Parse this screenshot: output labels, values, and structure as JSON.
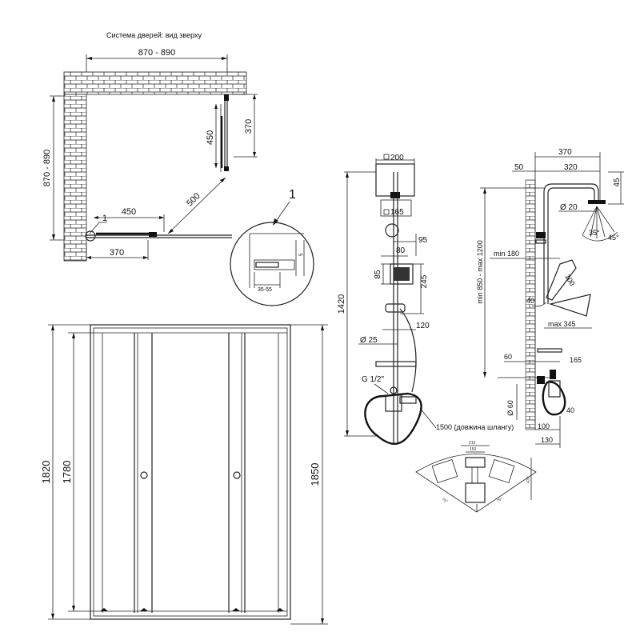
{
  "top_view": {
    "title": "Система дверей: вид зверху",
    "width_range": "870 - 890",
    "depth_range": "870 - 890",
    "side_450": "450",
    "side_370": "370",
    "bottom_450": "450",
    "bottom_370": "370",
    "diagonal": "500",
    "detail_marker": "1"
  },
  "detail": {
    "marker": "1",
    "gap": "35-55",
    "small": "5"
  },
  "front_view": {
    "left_height": "1820",
    "inner_height": "1780",
    "right_height": "1850"
  },
  "shower_front": {
    "head_size": "200",
    "head_size2": "165",
    "d95": "95",
    "d80": "80",
    "d85": "85",
    "d245": "245",
    "d120": "120",
    "height": "1420",
    "pipe": "Ø 25",
    "thread": "G 1/2\"",
    "hose": "1500 (довжина шлангу)"
  },
  "shower_side": {
    "w370": "370",
    "w50": "50",
    "w320": "320",
    "h45": "45",
    "d20": "Ø 20",
    "a35": "35°",
    "a45": "45°",
    "min180": "min 180",
    "range": "min 850 - max 1200",
    "d100": "100",
    "a40": "40",
    "max345": "max 345",
    "d60": "60",
    "d165": "165",
    "diam60": "Ø 60",
    "d40": "40",
    "d100b": "100",
    "d130": "130"
  },
  "plan_detail": {
    "w210": "210",
    "w150": "150",
    "h470": "470",
    "a75": "75°",
    "a75b": "75°"
  }
}
